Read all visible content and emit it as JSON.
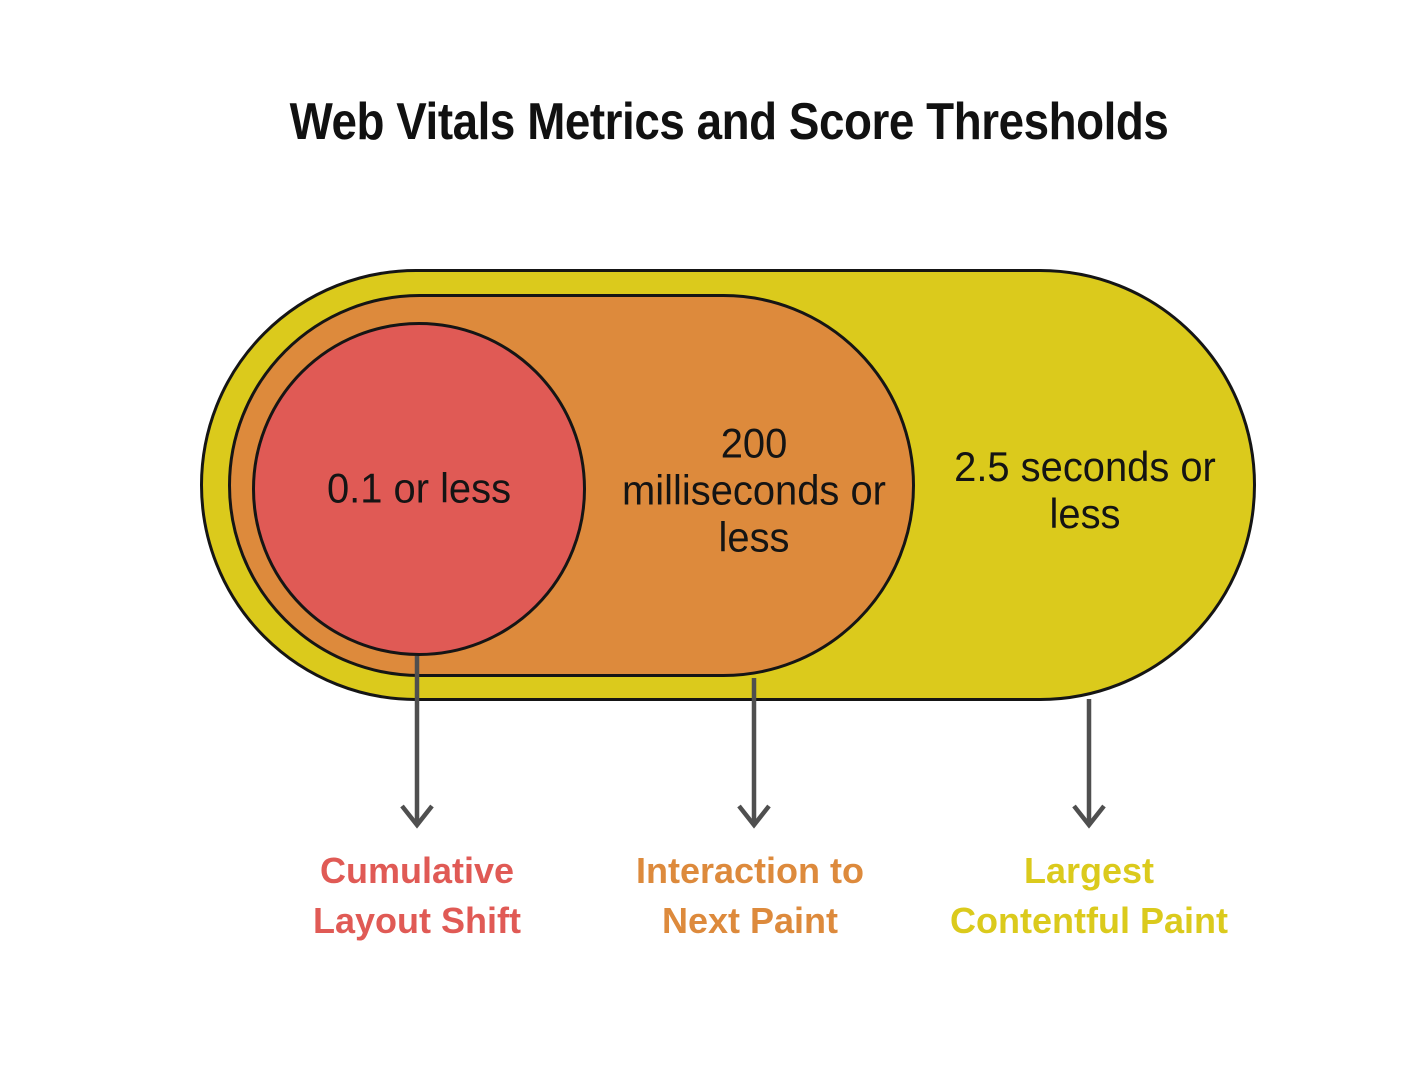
{
  "title": "Web Vitals Metrics and Score Thresholds",
  "metrics": [
    {
      "id": "cls",
      "threshold": "0.1 or less",
      "name": "Cumulative Layout Shift",
      "color": "#e05a55"
    },
    {
      "id": "inp",
      "threshold": "200 milliseconds or less",
      "name": "Interaction to Next Paint",
      "color": "#dd8a3c"
    },
    {
      "id": "lcp",
      "threshold": "2.5 seconds or less",
      "name": "Largest Contentful Paint",
      "color": "#dbca1c"
    }
  ],
  "colors": {
    "outline": "#151515",
    "arrow": "#4f4f4f",
    "background": "#ffffff",
    "title_text": "#111111"
  }
}
